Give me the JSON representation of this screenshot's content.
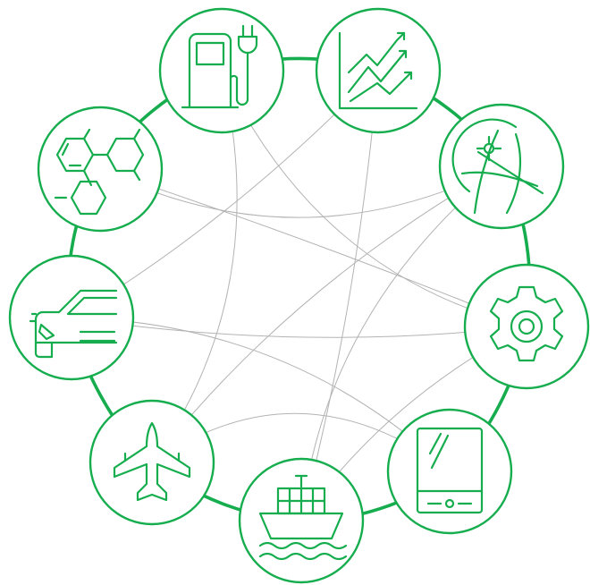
{
  "colors": {
    "accent": "#16ad4e",
    "line": "#b3b3b3",
    "background": "#ffffff"
  },
  "nodes": [
    {
      "id": "fuel",
      "icon": "fuel-pump-ev-charger-icon"
    },
    {
      "id": "growth",
      "icon": "rising-chart-icon"
    },
    {
      "id": "globe",
      "icon": "globe-icon"
    },
    {
      "id": "gear",
      "icon": "gear-icon"
    },
    {
      "id": "tablet",
      "icon": "tablet-icon"
    },
    {
      "id": "ship",
      "icon": "cargo-ship-icon"
    },
    {
      "id": "plane",
      "icon": "airplane-icon"
    },
    {
      "id": "car",
      "icon": "car-icon"
    },
    {
      "id": "molecule",
      "icon": "molecule-icon"
    }
  ],
  "connections": [
    [
      "fuel",
      "gear"
    ],
    [
      "fuel",
      "plane"
    ],
    [
      "growth",
      "car"
    ],
    [
      "growth",
      "ship"
    ],
    [
      "molecule",
      "globe"
    ],
    [
      "molecule",
      "gear"
    ],
    [
      "globe",
      "plane"
    ],
    [
      "car",
      "tablet"
    ],
    [
      "car",
      "gear"
    ],
    [
      "plane",
      "tablet"
    ],
    [
      "ship",
      "gear"
    ],
    [
      "ship",
      "globe"
    ]
  ]
}
